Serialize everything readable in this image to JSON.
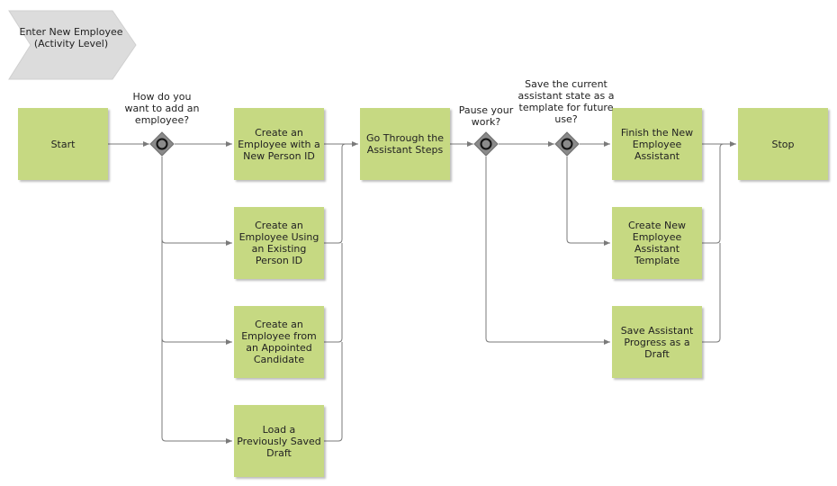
{
  "title": "Enter New Employee (Activity Level)",
  "colors": {
    "task_fill": "#c6d982",
    "gateway_fill": "#8a8a8a",
    "line": "#7a7a7a",
    "title_fill": "#dcdcdc"
  },
  "nodes": {
    "start": "Start",
    "create_new_person": "Create an Employee with a New Person ID",
    "create_existing_person": "Create an Employee Using an Existing Person ID",
    "create_from_candidate": "Create an Employee from an Appointed Candidate",
    "load_draft": "Load a Previously Saved Draft",
    "go_through_steps": "Go Through the Assistant Steps",
    "finish_assistant": "Finish the New Employee Assistant",
    "create_template": "Create New Employee Assistant Template",
    "save_draft": "Save Assistant Progress as a Draft",
    "stop": "Stop"
  },
  "gateways": {
    "add_employee_question": "How do you want to add an employee?",
    "pause_question": "Pause your work?",
    "template_question": "Save the current assistant state as a template for future use?"
  }
}
